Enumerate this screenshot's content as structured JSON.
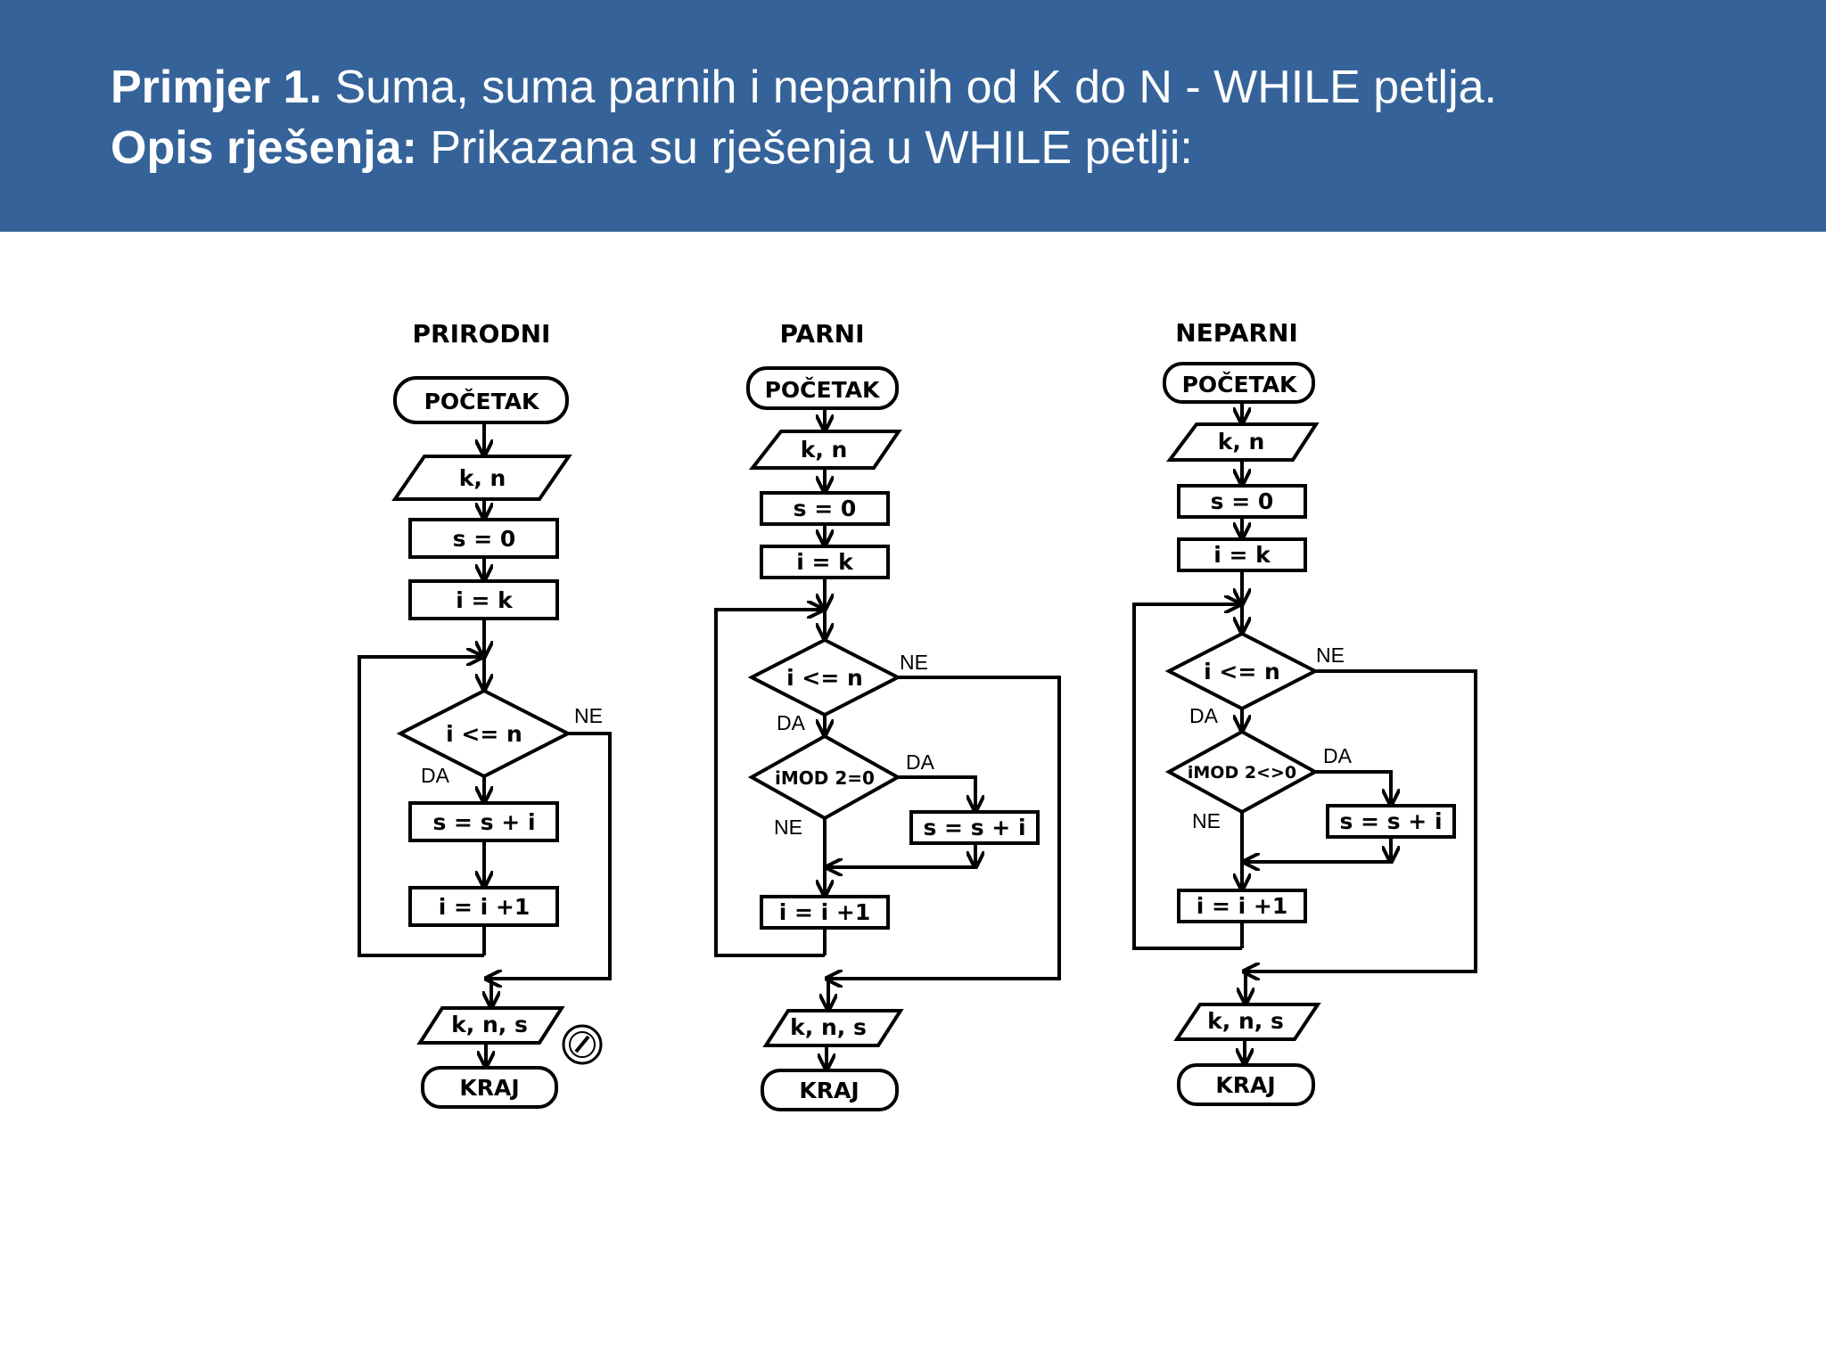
{
  "header": {
    "line1_bold": "Primjer 1.",
    "line1_text": " Suma, suma parnih i neparnih od K do N - WHILE petlja.",
    "line2_bold": "Opis rješenja:",
    "line2_text": " Prikazana su rješenja u WHILE petlji:"
  },
  "flowcharts": [
    {
      "title": "PRIRODNI",
      "start": "POČETAK",
      "input": "k, n",
      "init_s": "s = 0",
      "init_i": "i = k",
      "condition": "i <= n",
      "yes": "DA",
      "no": "NE",
      "sum": "s = s + i",
      "increment": "i =  i  +1",
      "output": "k, n, s",
      "end": "KRAJ"
    },
    {
      "title": "PARNI",
      "start": "POČETAK",
      "input": "k, n",
      "init_s": "s = 0",
      "init_i": "i = k",
      "condition": "i <= n",
      "yes": "DA",
      "no": "NE",
      "test": "iMOD 2=0",
      "test_yes": "DA",
      "test_no": "NE",
      "sum": "s = s + i",
      "increment": "i =  i  +1",
      "output": "k, n, s",
      "end": "KRAJ"
    },
    {
      "title": "NEPARNI",
      "start": "POČETAK",
      "input": "k, n",
      "init_s": "s = 0",
      "init_i": "i = k",
      "condition": "i <= n",
      "yes": "DA",
      "no": "NE",
      "test": "iMOD 2<>0",
      "test_yes": "DA",
      "test_no": "NE",
      "sum": "s = s + i",
      "increment": "i =  i  +1",
      "output": "k, n, s",
      "end": "KRAJ"
    }
  ]
}
